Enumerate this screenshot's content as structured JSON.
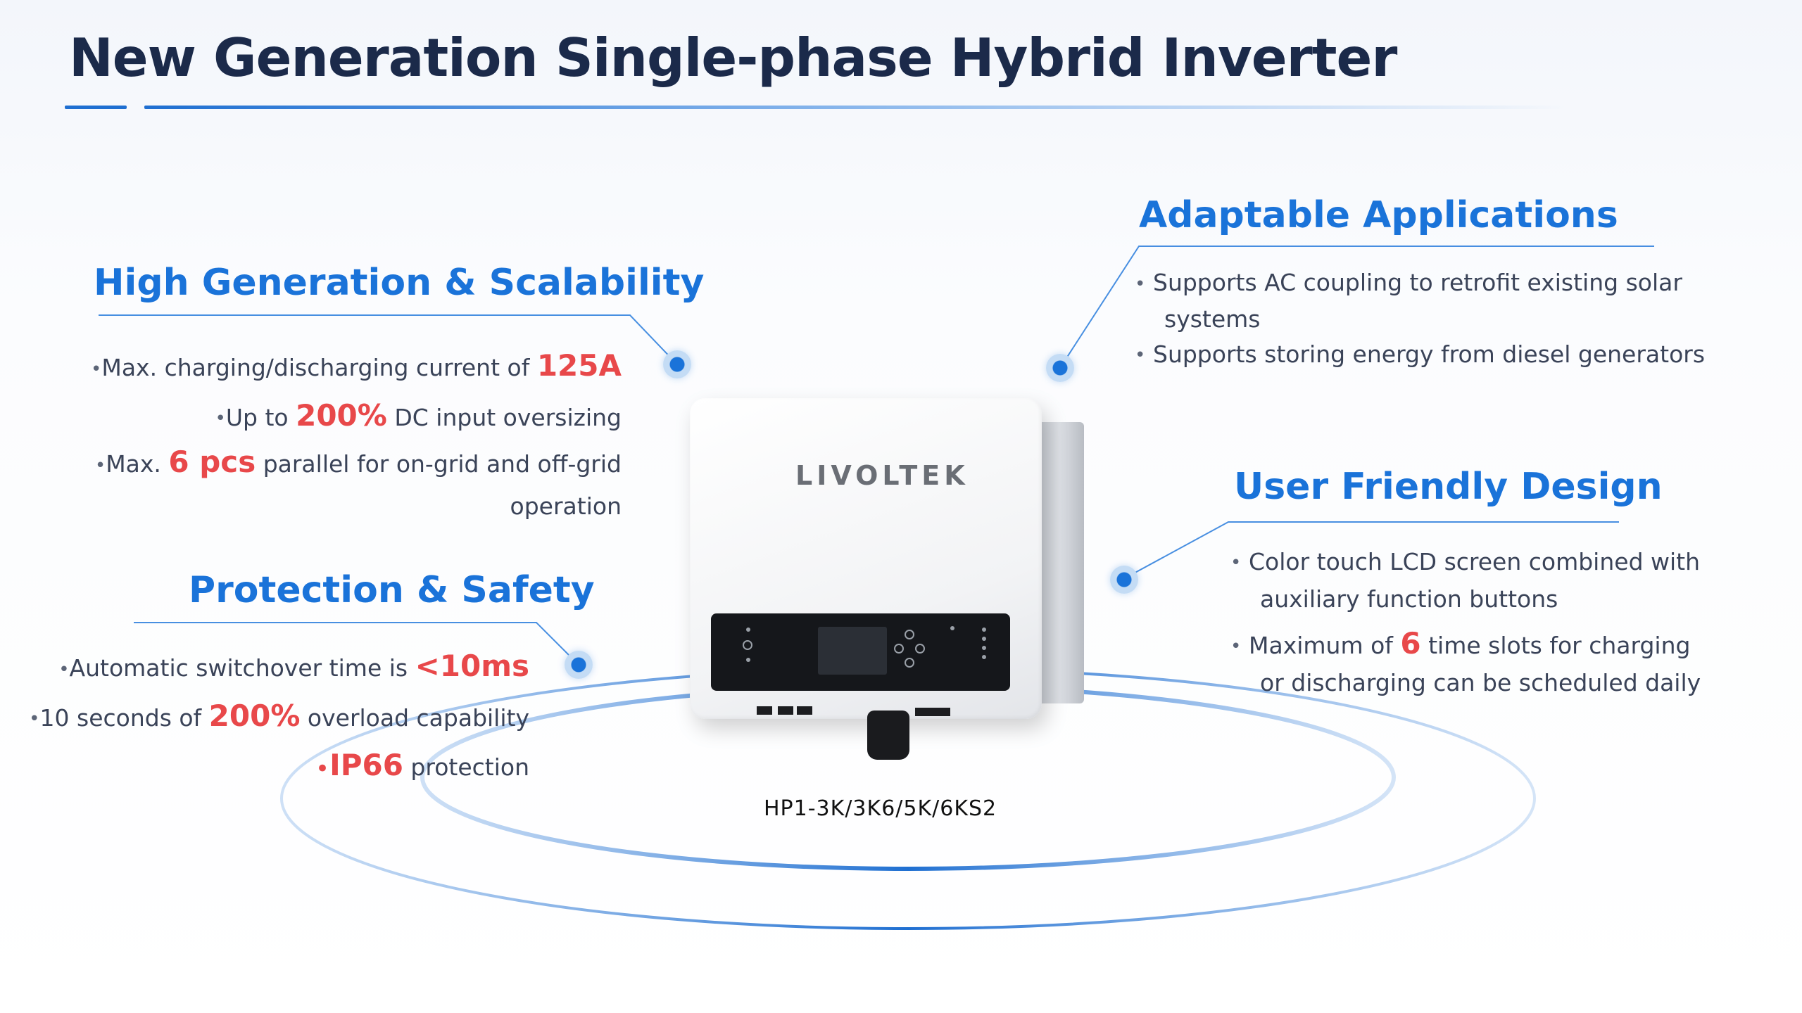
{
  "title": "New Generation Single-phase Hybrid Inverter",
  "product": {
    "brand_logo": "LIVOLTEK",
    "model": "HP1-3K/3K6/5K/6KS2"
  },
  "high_generation": {
    "heading": "High Generation & Scalability",
    "items": [
      {
        "pre": "Max. charging/discharging current of ",
        "highlight": "125A",
        "post": ""
      },
      {
        "pre": "Up to ",
        "highlight": "200%",
        "post": " DC input oversizing"
      },
      {
        "pre": "Max. ",
        "highlight": "6 pcs",
        "post": " parallel for on-grid and off-grid",
        "continuation": "operation"
      }
    ]
  },
  "protection": {
    "heading": "Protection & Safety",
    "items": [
      {
        "pre": "Automatic switchover time is ",
        "highlight": "<10ms",
        "post": ""
      },
      {
        "pre": "10 seconds of ",
        "highlight": "200%",
        "post": " overload capability"
      },
      {
        "pre": "",
        "highlight": "IP66",
        "post": " protection"
      }
    ]
  },
  "adaptable": {
    "heading": "Adaptable Applications",
    "items": [
      {
        "line1": "Supports AC coupling to retrofit existing solar",
        "line2": "systems"
      },
      {
        "line1": "Supports storing energy from diesel generators",
        "line2": ""
      }
    ]
  },
  "user_friendly": {
    "heading": "User Friendly Design",
    "items": [
      {
        "pre": "Color touch LCD screen combined with",
        "highlight": "",
        "post": "",
        "continuation": "auxiliary function buttons"
      },
      {
        "pre": "Maximum of ",
        "highlight": "6",
        "post": " time slots for charging",
        "continuation": "or discharging can be scheduled daily"
      }
    ]
  },
  "colors": {
    "heading_blue": "#1a73d9",
    "title_navy": "#1b2a4a",
    "highlight_red": "#e8484a",
    "body_text": "#3a4358"
  }
}
